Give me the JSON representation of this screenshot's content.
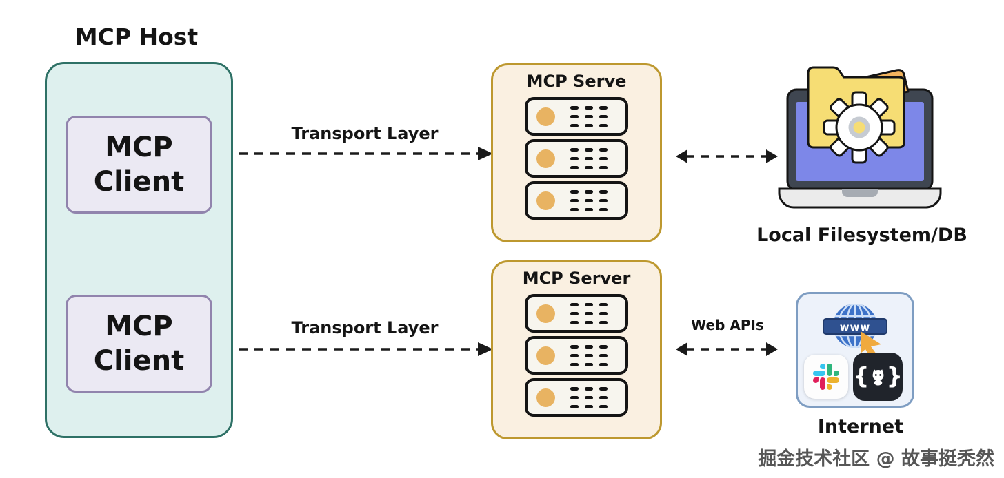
{
  "host": {
    "label": "MCP Host",
    "clients": [
      {
        "label": "MCP Client"
      },
      {
        "label": "MCP Client"
      }
    ]
  },
  "connections": {
    "transport_top": {
      "label": "Transport Layer",
      "direction": "right"
    },
    "transport_bottom": {
      "label": "Transport Layer",
      "direction": "right"
    },
    "server_to_filesystem": {
      "label": "",
      "direction": "both"
    },
    "web_apis": {
      "label": "Web APIs",
      "direction": "both"
    }
  },
  "servers": [
    {
      "title": "MCP Serve",
      "rack_units": 3
    },
    {
      "title": "MCP Server",
      "rack_units": 3
    }
  ],
  "endpoints": {
    "filesystem": {
      "label": "Local Filesystem/DB",
      "icons": [
        "laptop-icon",
        "folder-icon",
        "gear-icon"
      ]
    },
    "internet": {
      "label": "Internet",
      "globe_text": "www",
      "icons": [
        "www-globe-icon",
        "slack-icon",
        "github-icon"
      ]
    }
  },
  "watermark": {
    "text": "掘金技术社区 @ 故事挺秃然"
  },
  "colors": {
    "host_fill": "#def0ee",
    "host_border": "#2e7166",
    "client_fill": "#ebe9f3",
    "client_border": "#9184ad",
    "server_fill": "#faf0e1",
    "server_border": "#bd982f",
    "server_unit_fill": "#f7f5ee",
    "server_unit_led": "#e8b362",
    "internet_fill": "#edf2fa",
    "internet_border": "#7e9dc2",
    "laptop_screen": "#7d87e8",
    "folder_yellow": "#f6dd74",
    "folder_flap_orange": "#f3b45e",
    "arrow": "#1a1a1a"
  }
}
